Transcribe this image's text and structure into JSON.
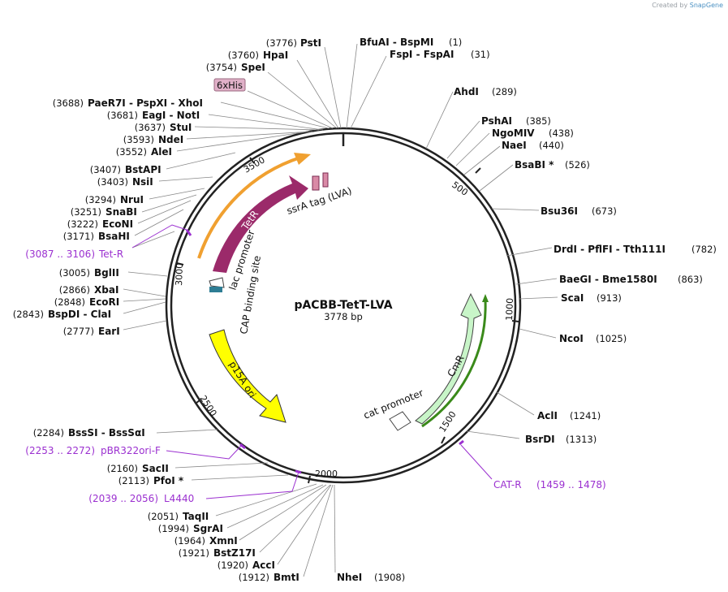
{
  "credit": {
    "prefix": "Created by",
    "brand": "SnapGene"
  },
  "plasmid": {
    "name": "pACBB-TetT-LVA",
    "length": 3778,
    "length_label": "3778 bp"
  },
  "ticks": [
    "500",
    "1000",
    "1500",
    "2000",
    "2500",
    "3000",
    "3500"
  ],
  "features": [
    {
      "name": "TetR",
      "label": "TetR",
      "color": "#9b2a6a"
    },
    {
      "name": "ssrA-tag",
      "label": "ssrA tag (LVA)",
      "color": "#d98aa6"
    },
    {
      "name": "lac-promoter",
      "label": "lac promoter"
    },
    {
      "name": "cap-site",
      "label": "CAP binding site",
      "color": "#2e7d94"
    },
    {
      "name": "p15A-ori",
      "label": "p15A ori",
      "color": "#ffff00"
    },
    {
      "name": "CmR",
      "label": "CmR",
      "color": "#c8f5c8"
    },
    {
      "name": "cat-promoter",
      "label": "cat promoter"
    },
    {
      "name": "6xHis",
      "label": "6xHis",
      "color": "#e0b0c8"
    }
  ],
  "sites": [
    {
      "pos": "(3776)",
      "name": "PstI"
    },
    {
      "pos": "(3760)",
      "name": "HpaI"
    },
    {
      "pos": "(3754)",
      "name": "SpeI"
    },
    {
      "pos": "(3688)",
      "name": "PaeR7I - PspXI - XhoI"
    },
    {
      "pos": "(3681)",
      "name": "EagI - NotI"
    },
    {
      "pos": "(3637)",
      "name": "StuI"
    },
    {
      "pos": "(3593)",
      "name": "NdeI"
    },
    {
      "pos": "(3552)",
      "name": "AleI"
    },
    {
      "pos": "(3407)",
      "name": "BstAPI"
    },
    {
      "pos": "(3403)",
      "name": "NsiI"
    },
    {
      "pos": "(3294)",
      "name": "NruI"
    },
    {
      "pos": "(3251)",
      "name": "SnaBI"
    },
    {
      "pos": "(3222)",
      "name": "EcoNI"
    },
    {
      "pos": "(3171)",
      "name": "BsaHI"
    },
    {
      "pos": "(3005)",
      "name": "BglII"
    },
    {
      "pos": "(2866)",
      "name": "XbaI"
    },
    {
      "pos": "(2848)",
      "name": "EcoRI"
    },
    {
      "pos": "(2843)",
      "name": "BspDI - ClaI"
    },
    {
      "pos": "(2777)",
      "name": "EarI"
    },
    {
      "pos": "(2284)",
      "name": "BssSI - BssSαI"
    },
    {
      "pos": "(2160)",
      "name": "SacII"
    },
    {
      "pos": "(2113)",
      "name": "PfoI *"
    },
    {
      "pos": "(2051)",
      "name": "TaqII"
    },
    {
      "pos": "(1994)",
      "name": "SgrAI"
    },
    {
      "pos": "(1964)",
      "name": "XmnI"
    },
    {
      "pos": "(1921)",
      "name": "BstZ17I"
    },
    {
      "pos": "(1920)",
      "name": "AccI"
    },
    {
      "pos": "(1912)",
      "name": "BmtI"
    },
    {
      "pos": "(1908)",
      "name": "NheI"
    },
    {
      "pos": "(1313)",
      "name": "BsrDI"
    },
    {
      "pos": "(1241)",
      "name": "AclI"
    },
    {
      "pos": "(1025)",
      "name": "NcoI"
    },
    {
      "pos": "(913)",
      "name": "ScaI"
    },
    {
      "pos": "(863)",
      "name": "BaeGI - Bme1580I"
    },
    {
      "pos": "(782)",
      "name": "DrdI - PflFI - Tth111I"
    },
    {
      "pos": "(673)",
      "name": "Bsu36I"
    },
    {
      "pos": "(526)",
      "name": "BsaBI *"
    },
    {
      "pos": "(440)",
      "name": "NaeI"
    },
    {
      "pos": "(438)",
      "name": "NgoMIV"
    },
    {
      "pos": "(385)",
      "name": "PshAI"
    },
    {
      "pos": "(289)",
      "name": "AhdI"
    },
    {
      "pos": "(31)",
      "name": "FspI - FspAI"
    },
    {
      "pos": "(1)",
      "name": "BfuAI - BspMI"
    }
  ],
  "primers": [
    {
      "name": "Tet-R",
      "range": "(3087 .. 3106)"
    },
    {
      "name": "pBR322ori-F",
      "range": "(2253 .. 2272)"
    },
    {
      "name": "L4440",
      "range": "(2039 .. 2056)"
    },
    {
      "name": "CAT-R",
      "range": "(1459 .. 1478)"
    }
  ],
  "colors": {
    "primer": "#9b30d0",
    "backbone": "#222222",
    "leader": "#888888"
  }
}
